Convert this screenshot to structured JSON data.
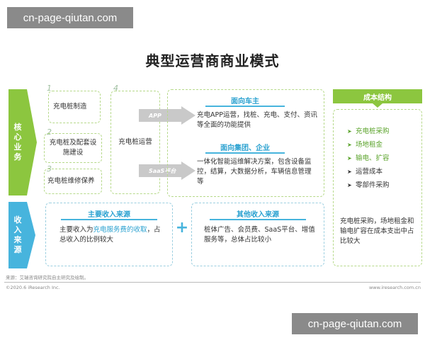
{
  "watermark_top": "cn-page-qiutan.com",
  "watermark_bottom": "cn-page-qiutan.com",
  "title": "典型运营商商业模式",
  "side_core": [
    "核",
    "心",
    "业",
    "务"
  ],
  "side_income": [
    "收",
    "入",
    "来",
    "源"
  ],
  "steps": [
    {
      "num": "1",
      "label": "充电桩制造"
    },
    {
      "num": "2",
      "label": "充电桩及配套设施建设"
    },
    {
      "num": "3",
      "label": "充电桩维修保养"
    },
    {
      "num": "4",
      "label": "充电桩运营"
    }
  ],
  "arrows": [
    {
      "label": "APP"
    },
    {
      "label": "SaaS平台"
    }
  ],
  "target_owner": {
    "head": "面向车主",
    "text": "充电APP运营，找桩、充电、支付、资讯等全面的功能提供"
  },
  "target_enterprise": {
    "head": "面向集团、企业",
    "text": "一体化智能运维解决方案，包含设备监控，结算，大数据分析，车辆信息管理等"
  },
  "cost": {
    "head": "成本结构",
    "items": [
      {
        "text": "充电桩采购",
        "highlight": true
      },
      {
        "text": "场地租金",
        "highlight": true
      },
      {
        "text": "输电、扩容",
        "highlight": true
      },
      {
        "text": "运营成本",
        "highlight": false
      },
      {
        "text": "零部件采购",
        "highlight": false
      }
    ],
    "summary": "充电桩采购，场地租金和输电扩容在成本支出中占比较大"
  },
  "income_main": {
    "head": "主要收入来源",
    "text_pre": "主要收入为",
    "text_hl": "充电服务费的收取",
    "text_post": "，占总收入的比例较大"
  },
  "income_other": {
    "head": "其他收入来源",
    "text": "桩体广告、会员费、SaaS平台、增值服务等，总体占比较小"
  },
  "plus": "+",
  "source": "来源：艾瑞咨询研究院自主研究及绘制。",
  "copyright": "©2020.6 iResearch Inc.",
  "website": "www.iresearch.com.cn",
  "colors": {
    "green": "#8cc63f",
    "blue": "#47b4dd",
    "highlight": "#5aa32a",
    "accent_text": "#2aa1d0"
  }
}
